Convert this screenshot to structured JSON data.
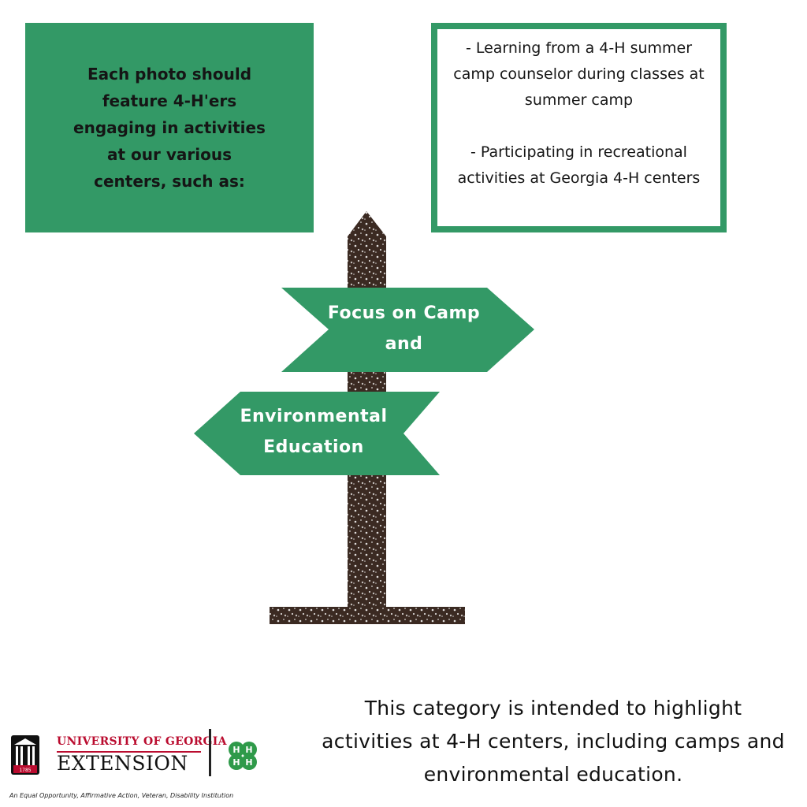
{
  "intro_box": {
    "text": "Each photo should feature 4-H'ers engaging in activities at our various centers, such as:"
  },
  "examples_box": {
    "item1": "- Learning from a 4-H summer camp counselor during classes at summer camp",
    "item2": "- Participating in recreational activities at Georgia 4-H centers"
  },
  "signpost": {
    "top_sign": "Focus on Camp and",
    "bottom_sign": "Environmental Education"
  },
  "description": "This category is intended to highlight activities at 4-H centers, including camps and environmental education.",
  "logo": {
    "university": "UNIVERSITY OF GEORGIA",
    "unit": "EXTENSION",
    "year": "1785",
    "tagline": "An Equal Opportunity, Affirmative Action, Veteran, Disability Institution",
    "icon": "four-h-clover-icon"
  },
  "colors": {
    "green": "#339966",
    "post": "#3b2a22",
    "uga_red": "#ba0c2f"
  }
}
